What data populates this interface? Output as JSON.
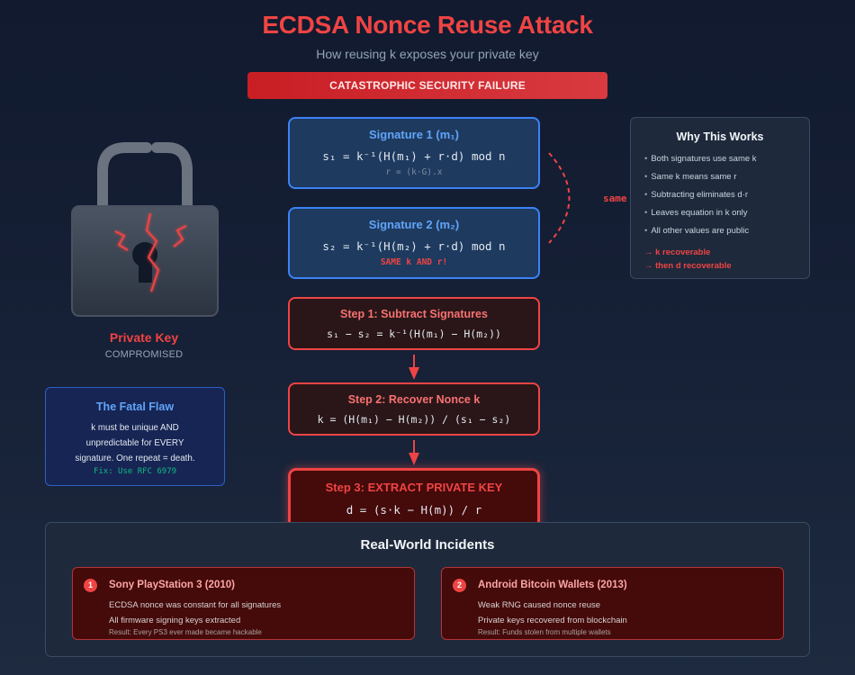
{
  "header": {
    "title": "ECDSA Nonce Reuse Attack",
    "subtitle": "How reusing k exposes your private key",
    "banner": "CATASTROPHIC SECURITY FAILURE"
  },
  "lock": {
    "icon": "broken-padlock-icon",
    "label": "Private Key",
    "status": "COMPROMISED"
  },
  "fatal_flaw": {
    "title": "The Fatal Flaw",
    "body_lines": [
      "k must be unique AND",
      "unpredictable for EVERY",
      "signature. One repeat = death."
    ],
    "fix": "Fix: Use RFC 6979"
  },
  "signatures": [
    {
      "title": "Signature 1 (m₁)",
      "equation": "s₁ = k⁻¹(H(m₁) + r·d) mod n",
      "note": "r = (k·G).x"
    },
    {
      "title": "Signature 2 (m₂)",
      "equation": "s₂ = k⁻¹(H(m₂) + r·d) mod n",
      "warning": "SAME k AND r!"
    }
  ],
  "connector_label": "same",
  "steps": [
    {
      "title": "Step 1: Subtract Signatures",
      "equation": "s₁ − s₂ = k⁻¹(H(m₁) − H(m₂))"
    },
    {
      "title": "Step 2: Recover Nonce k",
      "equation": "k = (H(m₁) − H(m₂)) / (s₁ − s₂)"
    },
    {
      "title": "Step 3: EXTRACT PRIVATE KEY",
      "equation": "d = (s·k − H(m)) / r"
    }
  ],
  "why": {
    "title": "Why This Works",
    "items": [
      "Both signatures use same k",
      "Same k means same r",
      "Subtracting eliminates d·r",
      "Leaves equation in k only",
      "All other values are public"
    ],
    "results": [
      "→ k recoverable",
      "→ then d recoverable"
    ]
  },
  "incidents": {
    "title": "Real-World Incidents",
    "items": [
      {
        "badge": "1",
        "name": "Sony PlayStation 3 (2010)",
        "line1": "ECDSA nonce was constant for all signatures",
        "line2": "All firmware signing keys extracted",
        "result": "Result: Every PS3 ever made became hackable"
      },
      {
        "badge": "2",
        "name": "Android Bitcoin Wallets (2013)",
        "line1": "Weak RNG caused nonce reuse",
        "line2": "Private keys recovered from blockchain",
        "result": "Result: Funds stolen from multiple wallets"
      }
    ]
  },
  "colors": {
    "accent_red": "#ef4444",
    "accent_blue": "#3b82f6",
    "fix_green": "#10b981",
    "background": "#111a2e"
  }
}
